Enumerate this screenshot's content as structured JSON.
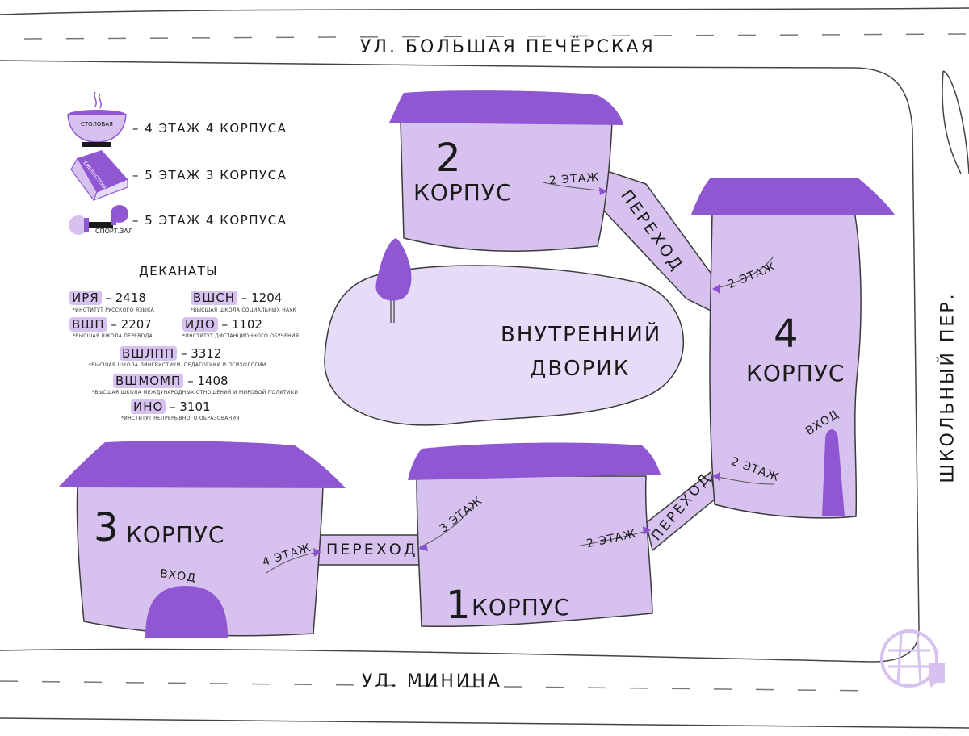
{
  "streets": {
    "top": "УЛ. БОЛЬШАЯ ПЕЧЁРСКАЯ",
    "bottom": "УЛ. МИНИНА",
    "right": "ШКОЛЬНЫЙ ПЕР."
  },
  "legend": {
    "canteen_icon_text": "СТОЛОВАЯ",
    "canteen": "– 4 ЭТАЖ 4 КОРПУСА",
    "library_icon_text": "БИБЛИОТЕКА",
    "library": "– 5 ЭТАЖ 3 КОРПУСА",
    "gym_icon_text": "СПОРТ.ЗАЛ",
    "gym": "– 5 ЭТАЖ 4 КОРПУСА"
  },
  "deans": {
    "title": "ДЕКАНАТЫ",
    "items": [
      {
        "code": "ИРЯ",
        "room": "– 2418",
        "note": "*ИНСТИТУТ РУССКОГО ЯЗЫКА"
      },
      {
        "code": "ВШСН",
        "room": "– 1204",
        "note": "*ВЫСШАЯ ШКОЛА СОЦИАЛЬНЫХ НАУК"
      },
      {
        "code": "ВШП",
        "room": "– 2207",
        "note": "*ВЫСШАЯ ШКОЛА ПЕРЕВОДА"
      },
      {
        "code": "ИДО",
        "room": "– 1102",
        "note": "*ИНСТИТУТ ДИСТАНЦИОННОГО ОБУЧЕНИЯ"
      },
      {
        "code": "ВШЛПП",
        "room": "– 3312",
        "note": "*ВЫСШАЯ ШКОЛА ЛИНГВИСТИКИ, ПЕДАГОГИКИ И ПСИХОЛОГИИ"
      },
      {
        "code": "ВШМОМП",
        "room": "– 1408",
        "note": "*ВЫСШАЯ ШКОЛА МЕЖДУНАРОДНЫХ ОТНОШЕНИЙ И МИРОВОЙ ПОЛИТИКИ"
      },
      {
        "code": "ИНО",
        "room": "– 3101",
        "note": "*ИНСТИТУТ НЕПРЕРЫВНОГО ОБРАЗОВАНИЯ"
      }
    ]
  },
  "buildings": {
    "b1": {
      "num": "1",
      "word": "КОРПУС"
    },
    "b2": {
      "num": "2",
      "word": "КОРПУС"
    },
    "b3": {
      "num": "3",
      "word": "КОРПУС",
      "entrance": "ВХОД"
    },
    "b4": {
      "num": "4",
      "word": "КОРПУС",
      "entrance": "ВХОД"
    }
  },
  "courtyard": {
    "line1": "ВНУТРЕННИЙ",
    "line2": "ДВОРИК"
  },
  "passages": {
    "p_2_4": "ПЕРЕХОД",
    "p_3_1": "ПЕРЕХОД",
    "p_1_4": "ПЕРЕХОД"
  },
  "floors": {
    "b2_out": "2 ЭТАЖ",
    "b4_top": "2 ЭТАЖ",
    "b4_bottom": "2 ЭТАЖ",
    "b1_right": "2 ЭТАЖ",
    "b1_left": "3 ЭТАЖ",
    "b3_out": "4 ЭТАЖ"
  },
  "colors": {
    "roof": "#9057d3",
    "wall": "#d7c1ef",
    "courtyard": "#e6dcf8",
    "line": "#3b3b3b",
    "accent": "#8c52cf"
  }
}
